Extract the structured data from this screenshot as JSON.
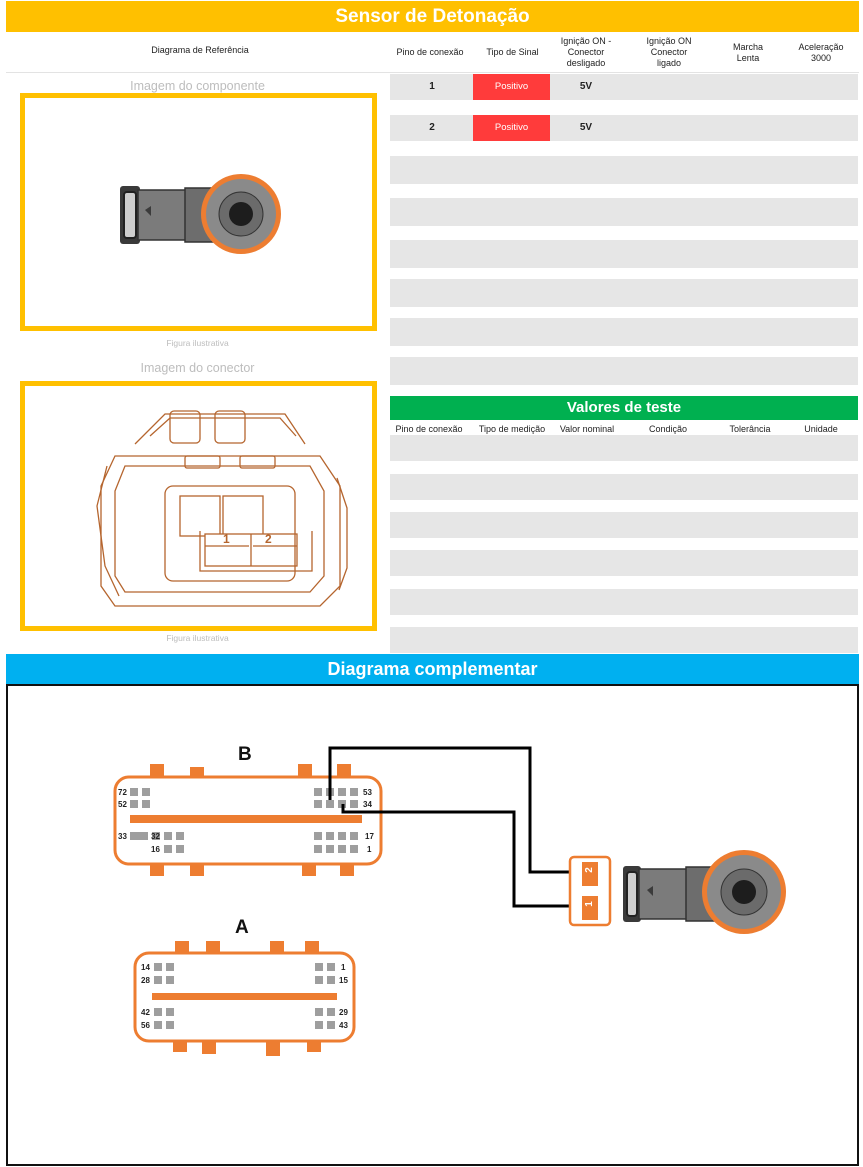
{
  "title": "Sensor de Detonação",
  "header": {
    "diagram_ref": "Diagrama de Referência",
    "pin": "Pino de conexão",
    "signal_type": "Tipo de Sinal",
    "ign_off_l1": "Ignição ON -",
    "ign_off_l2": "Conector",
    "ign_off_l3": "desligado",
    "ign_on_l1": "Ignição ON",
    "ign_on_l2": "Conector",
    "ign_on_l3": "ligado",
    "idle_l1": "Marcha",
    "idle_l2": "Lenta",
    "accel_l1": "Aceleração",
    "accel_l2": "3000"
  },
  "component_caption": "Imagem do componente",
  "component_figure": "Figura ilustrativa",
  "connector_caption": "Imagem do conector",
  "connector_figure": "Figura ilustrativa",
  "connector_pin_labels": [
    "1",
    "2"
  ],
  "rows": [
    {
      "pin": "1",
      "signal": "Positivo",
      "ign_off": "5V"
    },
    {
      "pin": "2",
      "signal": "Positivo",
      "ign_off": "5V"
    }
  ],
  "test_values": {
    "title": "Valores de teste",
    "columns": [
      "Pino de conexão",
      "Tipo de medição",
      "Valor nominal",
      "Condição",
      "Tolerância",
      "Unidade"
    ]
  },
  "complementary": {
    "title": "Diagrama complementar",
    "connector_b": {
      "label": "B",
      "pins": [
        "72",
        "52",
        "53",
        "34",
        "33",
        "32",
        "16",
        "17",
        "1"
      ]
    },
    "connector_a": {
      "label": "A",
      "pins": [
        "14",
        "28",
        "1",
        "15",
        "42",
        "56",
        "29",
        "43"
      ]
    },
    "sensor_pins": [
      "2",
      "1"
    ]
  },
  "colors": {
    "title_bar": "#ffc000",
    "positive_badge": "#ff3b3b",
    "test_bar": "#00b050",
    "complementary_bar": "#00b0f0",
    "connector_orange": "#ed7d31"
  }
}
